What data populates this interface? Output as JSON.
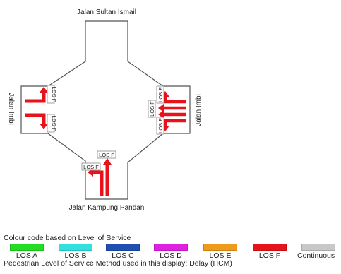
{
  "roads": {
    "north": "Jalan Sultan Ismail",
    "south": "Jalan Kampung Pandan",
    "west": "Jalan Imbi",
    "east": "Jalan Imbi"
  },
  "approach_labels": {
    "west_top": "LOS F",
    "west_bottom": "LOS F",
    "east_1": "LOS F",
    "east_2": "LOS F",
    "east_3": "LOS F",
    "south_top": "LOS F",
    "south_left": "LOS F"
  },
  "colors": {
    "arrow": "#e8121b",
    "road_outline": "#555555"
  },
  "legend": {
    "title": "Colour code based on Level of Service",
    "items": [
      {
        "label": "LOS A",
        "color": "#22dd22"
      },
      {
        "label": "LOS B",
        "color": "#33e0e0"
      },
      {
        "label": "LOS C",
        "color": "#1f4fb0"
      },
      {
        "label": "LOS D",
        "color": "#e020e0"
      },
      {
        "label": "LOS E",
        "color": "#ef9a1a"
      },
      {
        "label": "LOS F",
        "color": "#e8121b"
      },
      {
        "label": "Continuous",
        "color": "#c8c8c8"
      }
    ],
    "method": "Pedestrian Level of Service Method used in this display: Delay (HCM)"
  }
}
